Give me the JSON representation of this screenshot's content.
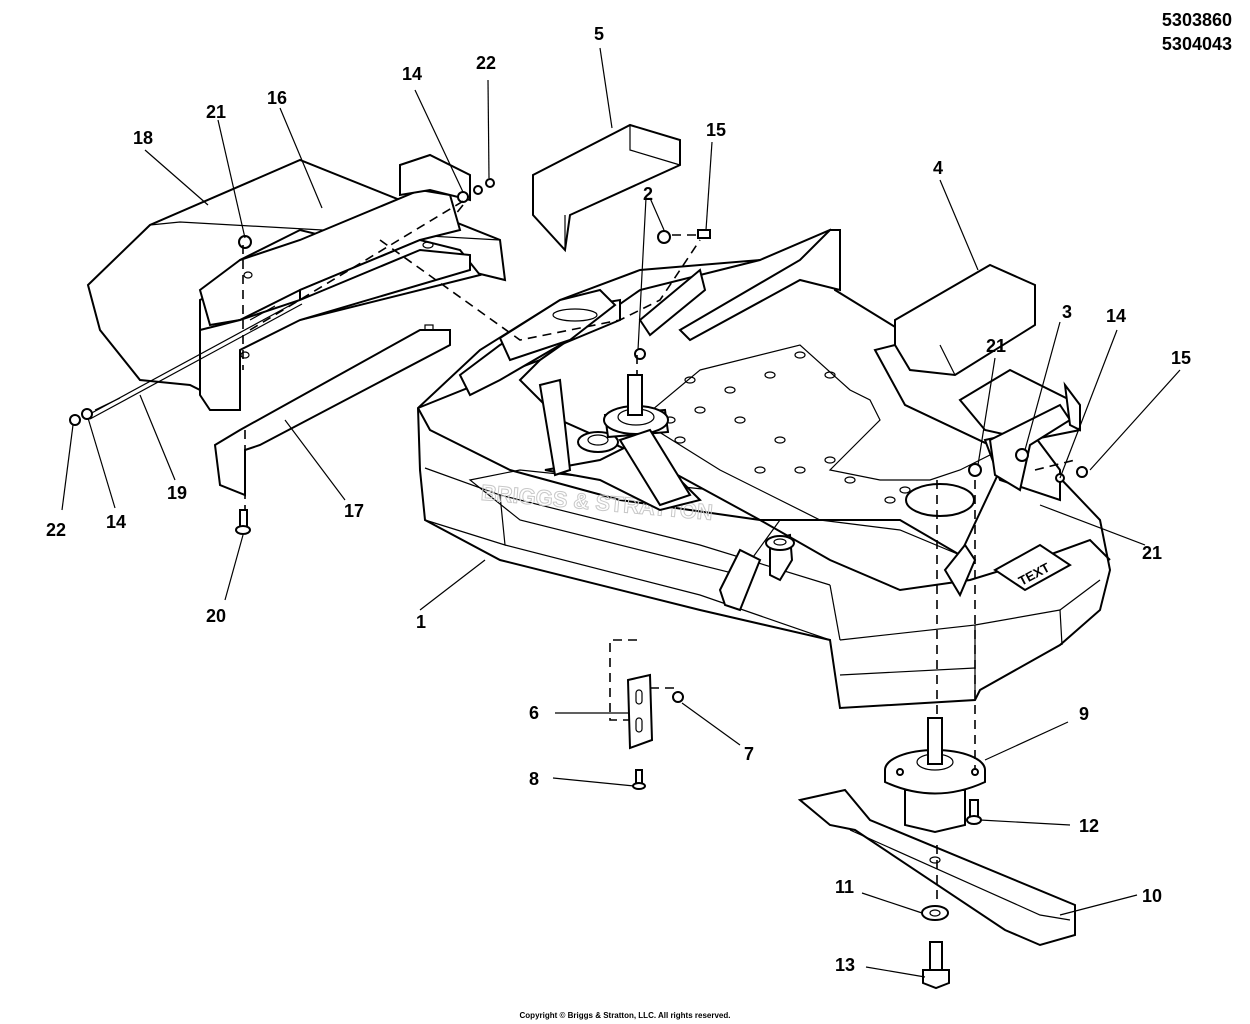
{
  "catalog_numbers": [
    "5303860",
    "5304043"
  ],
  "copyright": "Copyright © Briggs & Stratton, LLC. All rights reserved.",
  "deck_logo_text": "BRIGGS & STRATTON",
  "deck_label_text": "TEXT",
  "callouts": {
    "c1": "1",
    "c2": "2",
    "c3": "3",
    "c4": "4",
    "c5": "5",
    "c6": "6",
    "c7": "7",
    "c8": "8",
    "c9": "9",
    "c10": "10",
    "c11": "11",
    "c12": "12",
    "c13": "13",
    "c14a": "14",
    "c14b": "14",
    "c14c": "14",
    "c15a": "15",
    "c15b": "15",
    "c16": "16",
    "c17": "17",
    "c18": "18",
    "c19": "19",
    "c20": "20",
    "c21a": "21",
    "c21b": "21",
    "c21c": "21",
    "c22a": "22",
    "c22b": "22"
  }
}
